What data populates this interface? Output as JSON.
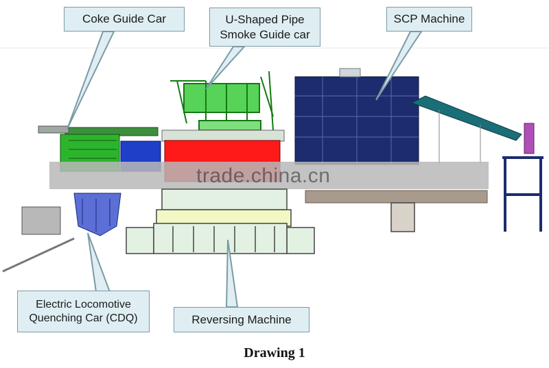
{
  "labels": {
    "coke_guide_car": "Coke Guide Car",
    "u_shaped_pipe": "U-Shaped Pipe\nSmoke Guide car",
    "scp_machine": "SCP Machine",
    "electric_locomotive": "Electric Locomotive\nQuenching Car (CDQ)",
    "reversing_machine": "Reversing Machine"
  },
  "caption": "Drawing 1",
  "watermark": "trade.china.cn",
  "colors": {
    "callout_fill": "#dfeef3",
    "green": "#2cb52c",
    "blue": "#1f3fc9",
    "red": "#ff1a1a",
    "navy": "#1c2c6e",
    "teal": "#1a6e78",
    "magenta": "#b04fb8",
    "gray_band": "#b9b9b9"
  }
}
